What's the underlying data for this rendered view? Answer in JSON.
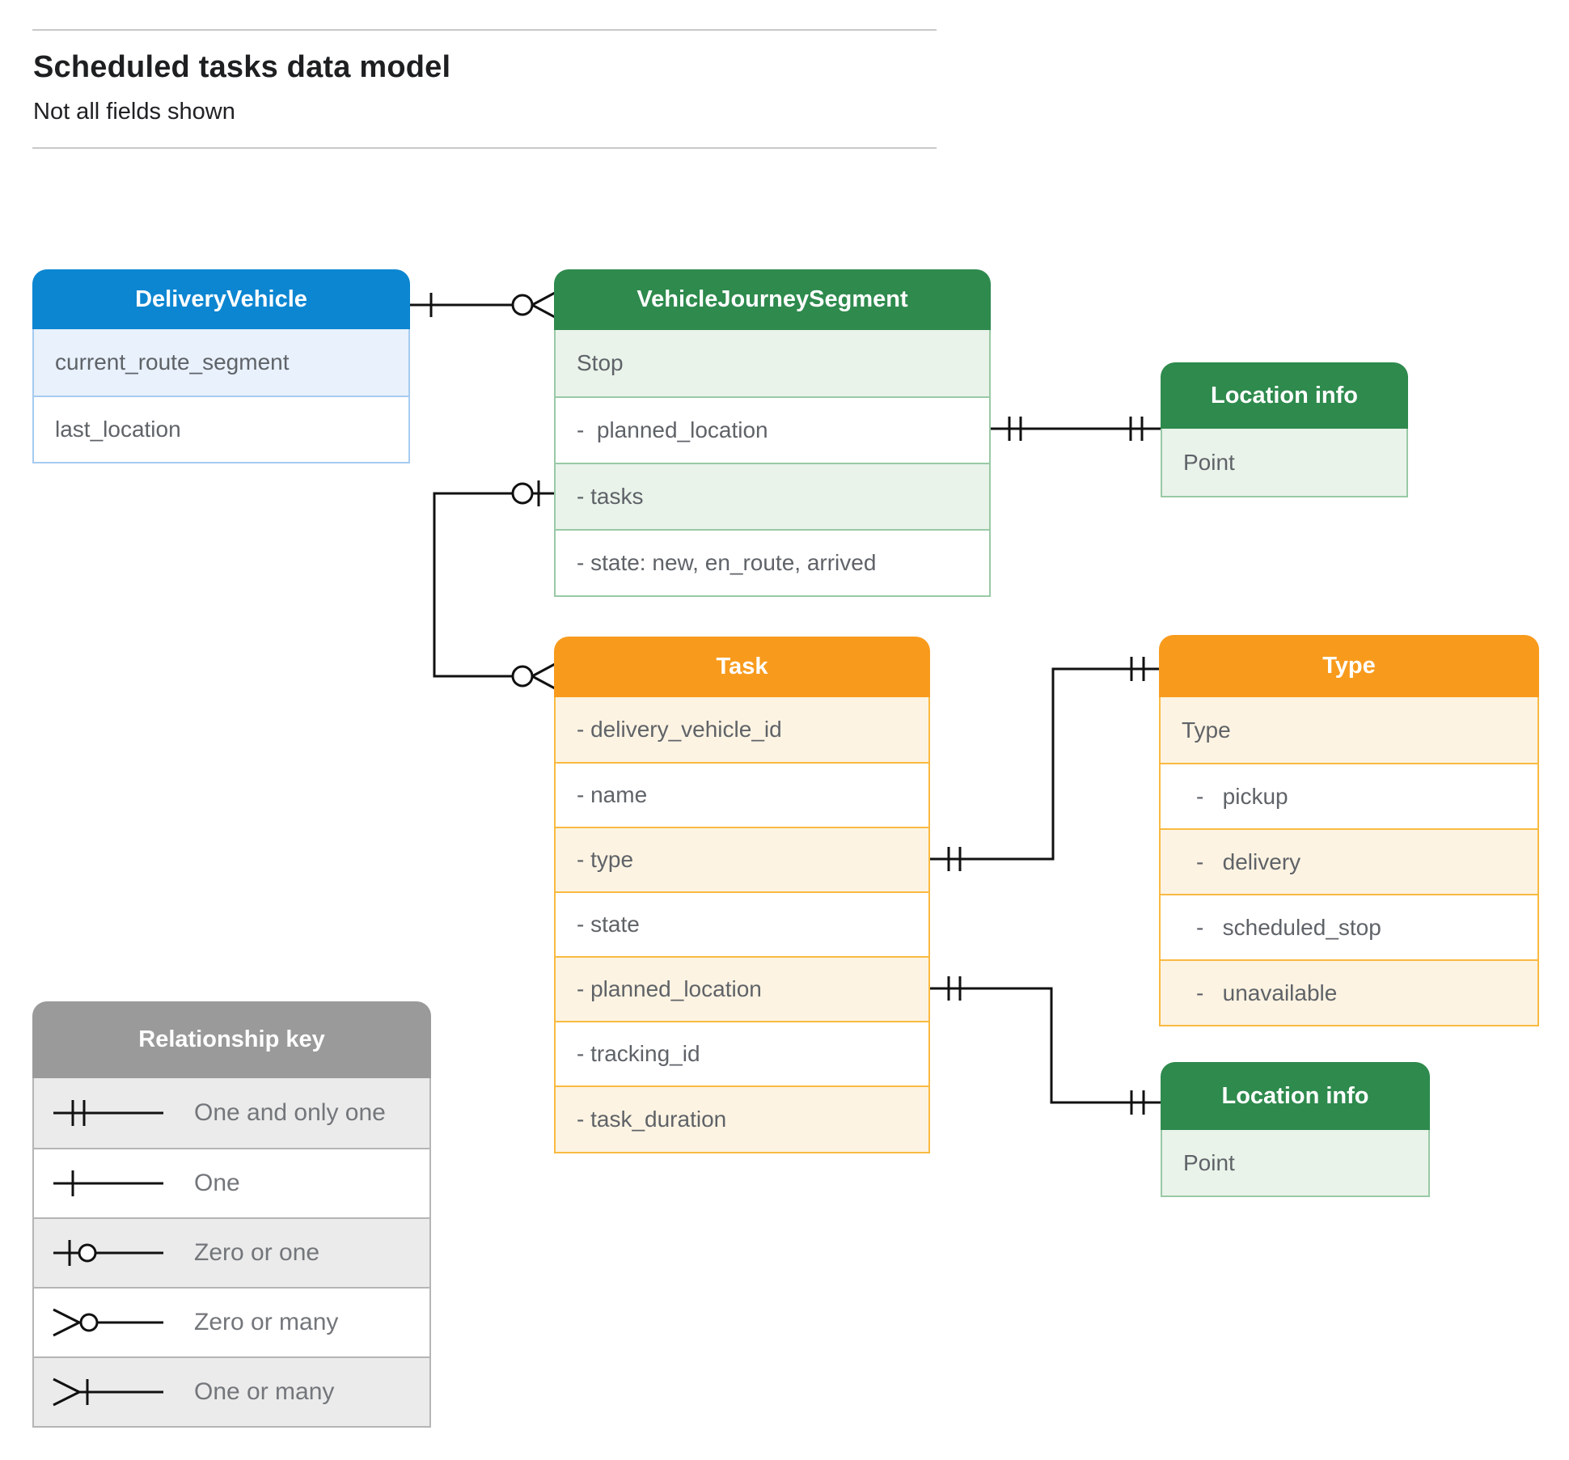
{
  "header": {
    "title": "Scheduled tasks data model",
    "subtitle": "Not all fields shown"
  },
  "entities": [
    {
      "title": "DeliveryVehicle",
      "color_theme": "blue",
      "fields": [
        "current_route_segment",
        "last_location"
      ]
    },
    {
      "title": "VehicleJourneySegment",
      "color_theme": "green",
      "fields": [
        "Stop",
        "-  planned_location",
        "- tasks",
        "- state: new, en_route, arrived"
      ]
    },
    {
      "title": "Location info",
      "color_theme": "green",
      "fields": [
        "Point"
      ]
    },
    {
      "title": "Task",
      "color_theme": "orange",
      "fields": [
        "- delivery_vehicle_id",
        "- name",
        "- type",
        "- state",
        "- planned_location",
        "- tracking_id",
        "- task_duration"
      ]
    },
    {
      "title": "Type",
      "color_theme": "orange",
      "fields": [
        "Type",
        "-   pickup",
        "-   delivery",
        "-   scheduled_stop",
        "-   unavailable"
      ]
    },
    {
      "title": "Location info",
      "color_theme": "green",
      "fields": [
        "Point"
      ]
    }
  ],
  "relationships": [
    {
      "from": "DeliveryVehicle",
      "to": "VehicleJourneySegment",
      "from_cardinality": "one",
      "to_cardinality": "zero-or-many"
    },
    {
      "from": "VehicleJourneySegment.tasks",
      "to": "Task",
      "from_cardinality": "zero-or-one",
      "to_cardinality": "zero-or-many"
    },
    {
      "from": "VehicleJourneySegment.planned_location",
      "to": "Location info",
      "from_cardinality": "one-and-only-one",
      "to_cardinality": "one-and-only-one"
    },
    {
      "from": "Task.type",
      "to": "Type",
      "from_cardinality": "one-and-only-one",
      "to_cardinality": "one-and-only-one"
    },
    {
      "from": "Task.planned_location",
      "to": "Location info",
      "from_cardinality": "one-and-only-one",
      "to_cardinality": "one-and-only-one"
    }
  ],
  "legend": {
    "title": "Relationship key",
    "items": [
      {
        "symbol": "one-and-only-one",
        "label": "One and only one"
      },
      {
        "symbol": "one",
        "label": "One"
      },
      {
        "symbol": "zero-or-one",
        "label": "Zero or one"
      },
      {
        "symbol": "zero-or-many",
        "label": "Zero or many"
      },
      {
        "symbol": "one-or-many",
        "label": "One or many"
      }
    ]
  },
  "colors": {
    "blue_header": "#0c86d1",
    "blue_tint": "#e8f1fc",
    "blue_border": "#a6cbf0",
    "green_header": "#2e8a4d",
    "green_tint": "#e9f3ea",
    "green_border": "#99c9a5",
    "orange_header": "#f89b1d",
    "orange_tint": "#fdf3e2",
    "orange_border": "#f9ba41",
    "gray_header": "#9a9a9a",
    "gray_tint": "#ebebeb",
    "gray_border": "#b5b5b5",
    "connector_line": "#111111",
    "row_text": "#5f6368",
    "title_text": "#1e1f21"
  }
}
